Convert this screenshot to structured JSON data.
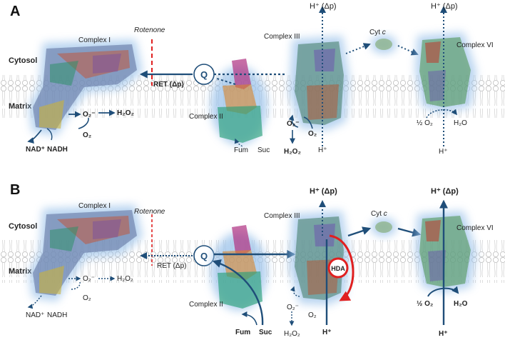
{
  "colors": {
    "arrow": "#1f4e79",
    "inhibitor": "#e02020",
    "glow": "#9cc3ea",
    "membrane": "#c8c8c8",
    "hda_ring": "#e02020"
  },
  "panels": [
    {
      "letter": "A",
      "cytosol": "Cytosol",
      "matrix": "Matrix",
      "complex1": "Complex I",
      "rotenone": "Rotenone",
      "ret": "RET (Δp)",
      "q": "Q",
      "superoxide1": "O₂⁻",
      "h2o2_1": "H₂O₂",
      "o2_1": "O₂",
      "nad": "NAD⁺",
      "nadh": "NADH",
      "complex2": "Complex II",
      "fum": "Fum",
      "suc": "Suc",
      "complex3": "Complex III",
      "hplus_dp3": "H⁺ (Δp)",
      "hplus3": "H⁺",
      "superoxide3": "O₂⁻",
      "o2_3": "O₂",
      "h2o2_3": "H₂O₂",
      "cytc": "Cyt",
      "cytc_italic": "c",
      "complex4": "Complex VI",
      "hplus_dp4": "H⁺ (Δp)",
      "hplus4": "H⁺",
      "half_o2": "½ O₂",
      "h2o": "H₂O"
    },
    {
      "letter": "B",
      "cytosol": "Cytosol",
      "matrix": "Matrix",
      "complex1": "Complex I",
      "rotenone": "Rotenone",
      "ret": "RET (Δp)",
      "q": "Q",
      "superoxide1": "O₂⁻",
      "h2o2_1": "H₂O₂",
      "o2_1": "O₂",
      "nad": "NAD⁺",
      "nadh": "NADH",
      "complex2": "Complex II",
      "fum": "Fum",
      "suc": "Suc",
      "complex3": "Complex III",
      "hplus_dp3": "H⁺ (Δp)",
      "hplus3": "H⁺",
      "superoxide3": "O₂⁻",
      "o2_3": "O₂",
      "h2o2_3": "H₂O₂",
      "hda": "HDA",
      "cytc": "Cyt",
      "cytc_italic": "c",
      "complex4": "Complex VI",
      "hplus_dp4": "H⁺ (Δp)",
      "hplus4": "H⁺",
      "half_o2": "½ O₂",
      "h2o": "H₂O"
    }
  ]
}
